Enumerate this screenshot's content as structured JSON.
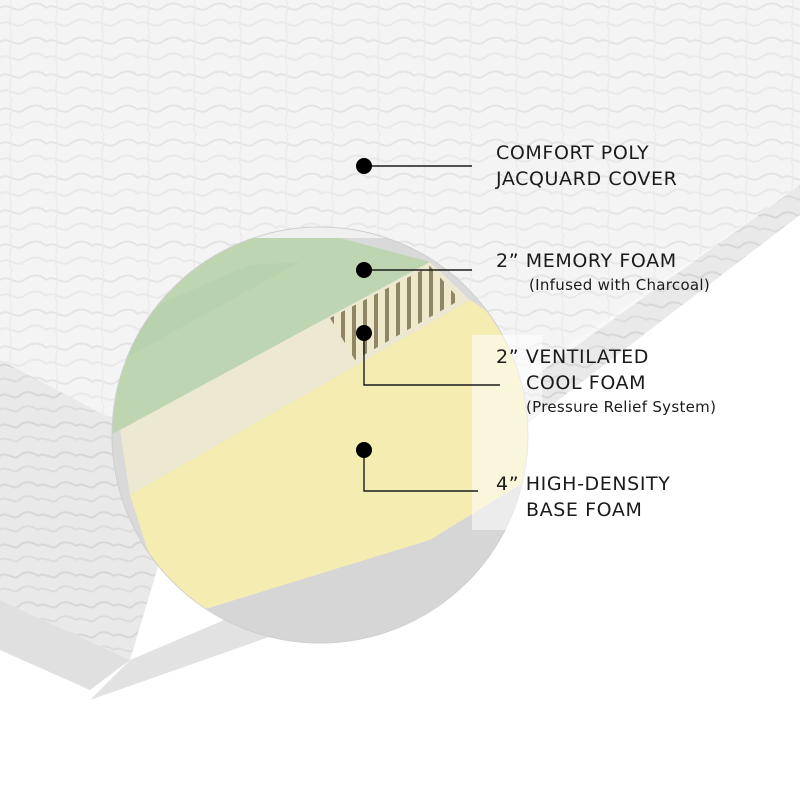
{
  "layers": [
    {
      "id": "cover",
      "line1": "COMFORT POLY",
      "line2": "JACQUARD COVER",
      "note": ""
    },
    {
      "id": "memory",
      "line1": "2” MEMORY FOAM",
      "line2": "",
      "note": "(Infused with Charcoal)"
    },
    {
      "id": "ventilated",
      "line1": "2” VENTILATED",
      "line2": "COOL FOAM",
      "note": "(Pressure Relief System)"
    },
    {
      "id": "base",
      "line1": "4” HIGH-DENSITY",
      "line2": "BASE FOAM",
      "note": ""
    }
  ],
  "colors": {
    "cover": "#f3f3f3",
    "cover_shade": "#e6e6e6",
    "memory_foam": "#bdd6b1",
    "ventilated_foam": "#ece8d2",
    "base_foam": "#f4ecb0",
    "circle_bg": "#d9d9d9",
    "stripes": "#8f8666",
    "dots": "#000000"
  }
}
